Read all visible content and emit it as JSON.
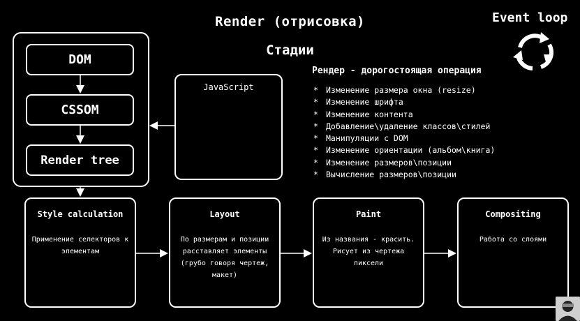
{
  "header": {
    "title": "Render (отрисовка)",
    "subtitle": "Стадии",
    "event_loop": "Event loop"
  },
  "pipeline": {
    "dom": "DOM",
    "cssom": "CSSOM",
    "render_tree": "Render tree",
    "javascript": "JavaScript"
  },
  "stages": [
    {
      "title": "Style calculation",
      "desc": "Применение селекторов к элементам"
    },
    {
      "title": "Layout",
      "desc": "По размерам и позиции расставляет элементы (грубо говоря чертеж, макет)"
    },
    {
      "title": "Paint",
      "desc": "Из названия - красить. Рисует из чертежа пиксели"
    },
    {
      "title": "Compositing",
      "desc": "Работа со слоями"
    }
  ],
  "costly": {
    "heading": "Рендер - дорогостоящая операция",
    "bullet": "*",
    "items": [
      "Изменение размера окна (resize)",
      "Изменение шрифта",
      "Изменение контента",
      "Добавление\\удаление классов\\стилей",
      "Манипуляции с DOM",
      "Изменение ориентации (альбом\\книга)",
      "Изменение размеров\\позиции",
      "Вычисление размеров\\позиции"
    ]
  },
  "icons": {
    "event_loop": "cycle-arrows-icon",
    "avatar": "avatar"
  }
}
